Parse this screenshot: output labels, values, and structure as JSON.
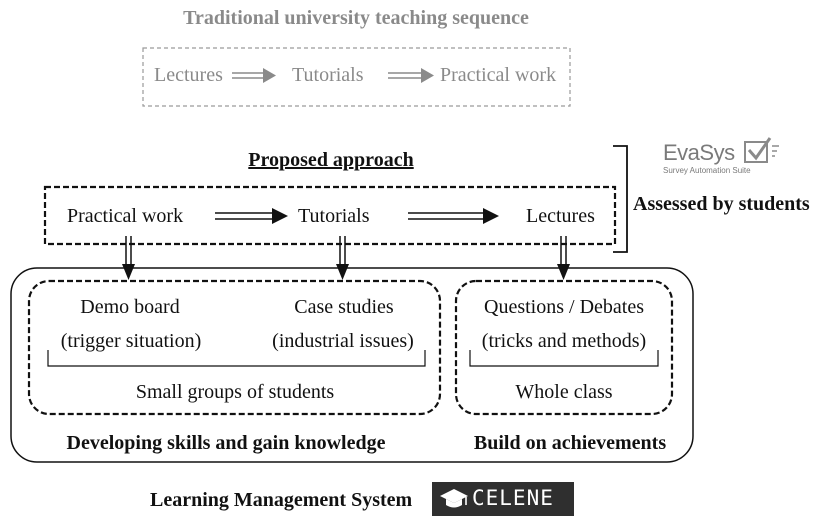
{
  "traditional": {
    "title": "Traditional university teaching sequence",
    "steps": [
      "Lectures",
      "Tutorials",
      "Practical work"
    ]
  },
  "proposed": {
    "title": "Proposed approach",
    "steps": [
      "Practical work",
      "Tutorials",
      "Lectures"
    ]
  },
  "assessment": {
    "label": "Assessed by students",
    "logo_name": "EvaSys",
    "logo_subtitle": "Survey Automation Suite",
    "logo_icon": "checkbox-check-icon"
  },
  "left_group": {
    "item1_line1": "Demo board",
    "item1_line2": "(trigger situation)",
    "item2_line1": "Case studies",
    "item2_line2": "(industrial issues)",
    "grouping": "Small groups of students",
    "caption": "Developing skills and gain knowledge"
  },
  "right_group": {
    "item_line1": "Questions / Debates",
    "item_line2": "(tricks and methods)",
    "grouping": "Whole class",
    "caption": "Build on achievements"
  },
  "lms": {
    "label": "Learning Management System",
    "logo_name": "CELENE",
    "logo_icon": "graduation-cap-icon"
  },
  "colors": {
    "traditional_gray": "#8a8a8a",
    "ink": "#111111",
    "celene_bg": "#2f2f2f"
  }
}
